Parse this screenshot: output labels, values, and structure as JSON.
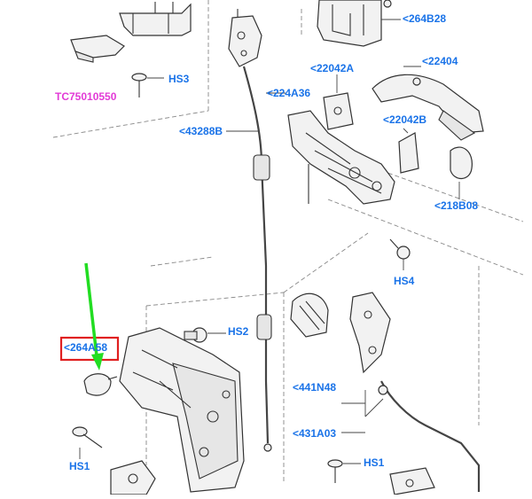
{
  "labels": {
    "l_264b28": "<264B28",
    "l_hs3": "HS3",
    "l_tc": "TC75010550",
    "l_22042a": "<22042A",
    "l_22404": "<22404",
    "l_224a36": "<224A36",
    "l_43288b": "<43288B",
    "l_22042b": "<22042B",
    "l_218b08": "<218B08",
    "l_hs4": "HS4",
    "l_hs2": "HS2",
    "l_264a58": "<264A58",
    "l_441n48": "<441N48",
    "l_431a03": "<431A03",
    "l_hs1a": "HS1",
    "l_hs1b": "HS1"
  },
  "colors": {
    "label": "#1a73e8",
    "magenta_label": "#e23ad6",
    "highlight_box": "#e02020",
    "arrow": "#22dd22"
  }
}
